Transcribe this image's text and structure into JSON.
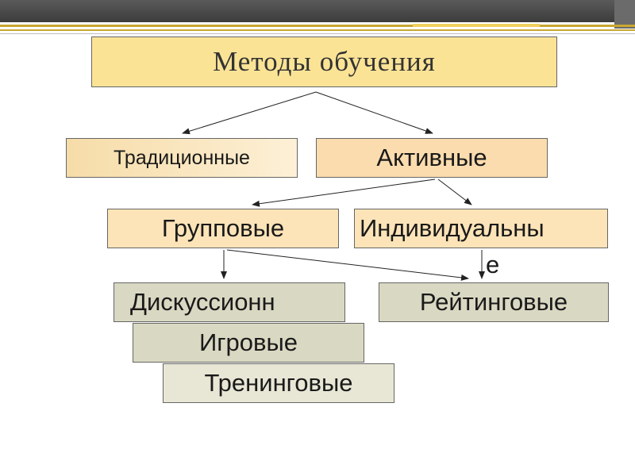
{
  "diagram": {
    "title": "Методы обучения",
    "nodes": {
      "traditional": "Традиционные",
      "active": "Активные",
      "group": "Групповые",
      "individual": "Индивидуальны",
      "individual_tail": "е",
      "discussion": "Дискуссионн",
      "game": "Игровые",
      "training": "Тренинговые",
      "rating": "Рейтинговые"
    },
    "edges": [
      [
        "title",
        "traditional"
      ],
      [
        "title",
        "active"
      ],
      [
        "active",
        "group"
      ],
      [
        "active",
        "individual"
      ],
      [
        "group",
        "discussion"
      ],
      [
        "group",
        "rating"
      ],
      [
        "individual",
        "rating"
      ]
    ]
  },
  "colors": {
    "title_fill": "#fbe396",
    "level2_fill": "#fbdcae",
    "level3_fill": "#fde4b8",
    "leaf_fill": "#d9d8c2",
    "border": "#666666",
    "accent_rule": "#c8a832"
  }
}
